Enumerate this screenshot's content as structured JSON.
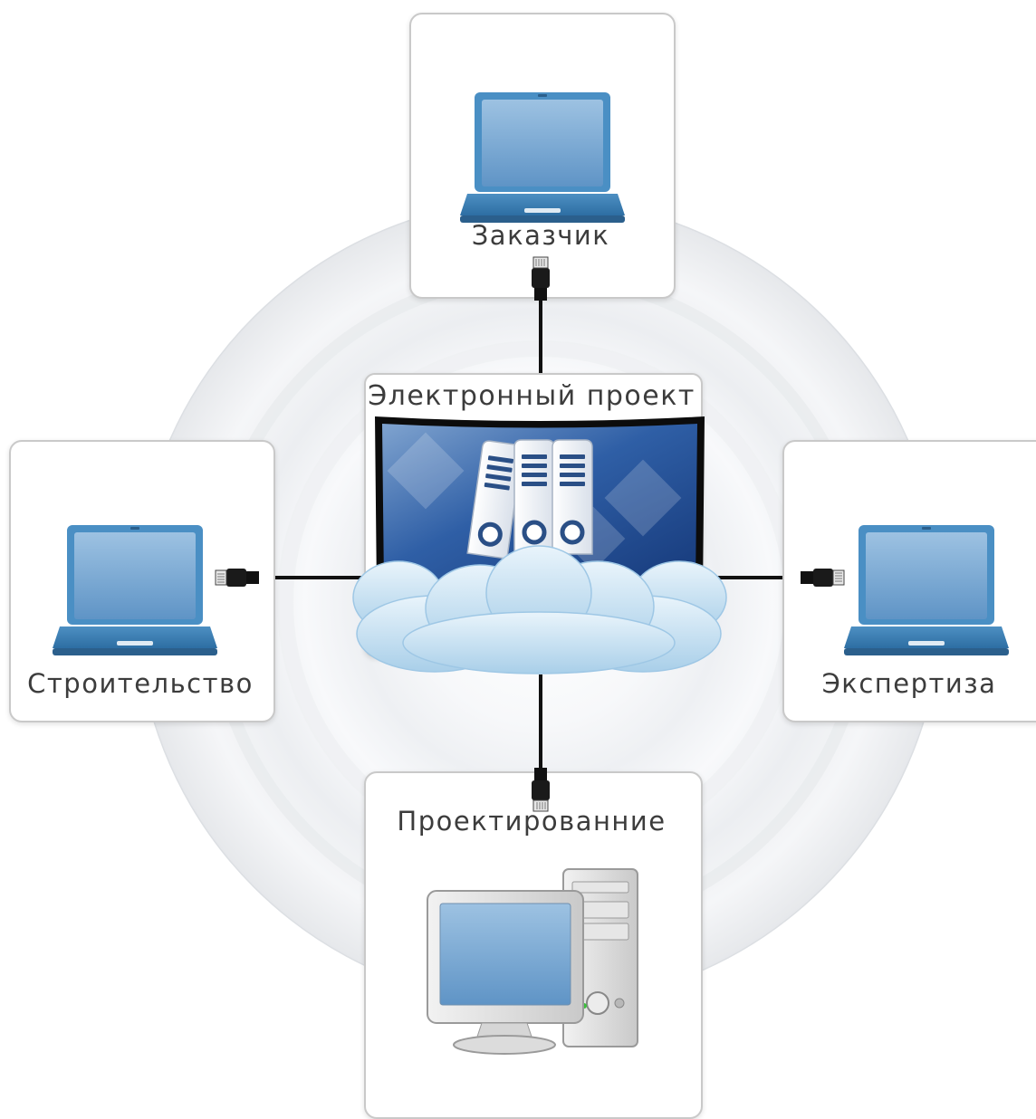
{
  "center": {
    "title": "Электронный проект"
  },
  "nodes": {
    "top": {
      "label": "Заказчик"
    },
    "left": {
      "label": "Строительство"
    },
    "right": {
      "label": "Экспертиза"
    },
    "bottom": {
      "label": "Проектированние"
    }
  }
}
